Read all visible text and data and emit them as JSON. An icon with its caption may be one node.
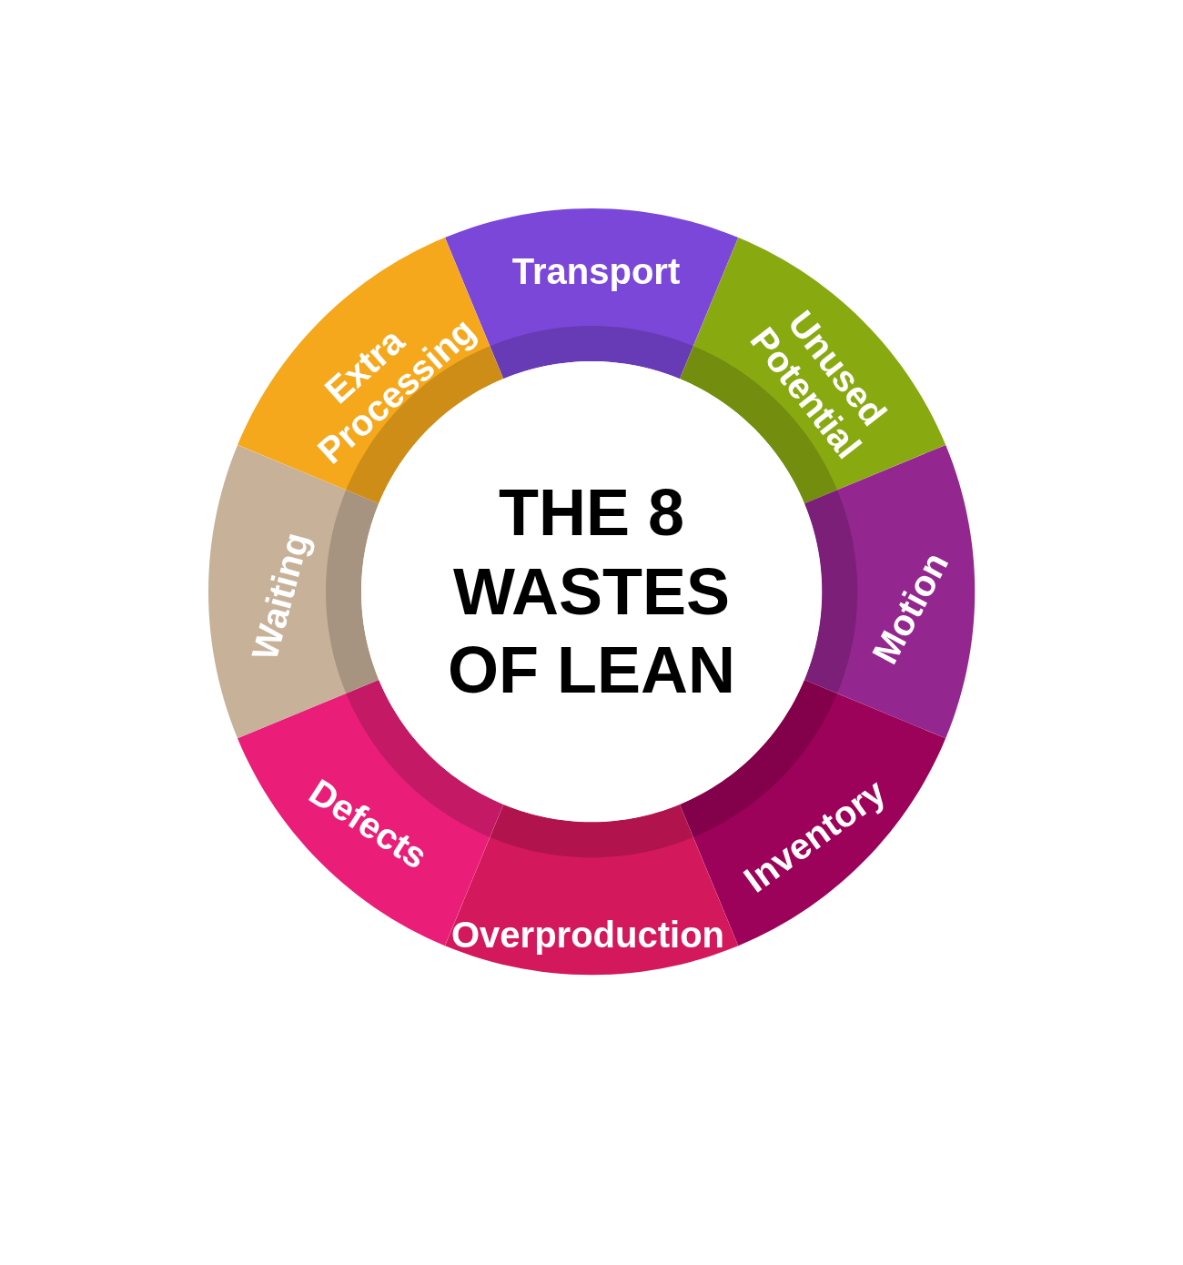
{
  "diagram": {
    "nodes": [
      {
        "text": [
          "THE 8 WASTES OF LEAN"
        ]
      },
      {
        "text": [
          "Transport"
        ]
      },
      {
        "text": [
          "Unused Potential"
        ]
      },
      {
        "text": [
          "Motion"
        ]
      },
      {
        "text": [
          "Inventory"
        ]
      },
      {
        "text": [
          "Overproduction"
        ]
      },
      {
        "text": [
          "Defects"
        ]
      },
      {
        "text": [
          "Waiting"
        ]
      },
      {
        "text": [
          "Extra Processing"
        ]
      }
    ]
  }
}
